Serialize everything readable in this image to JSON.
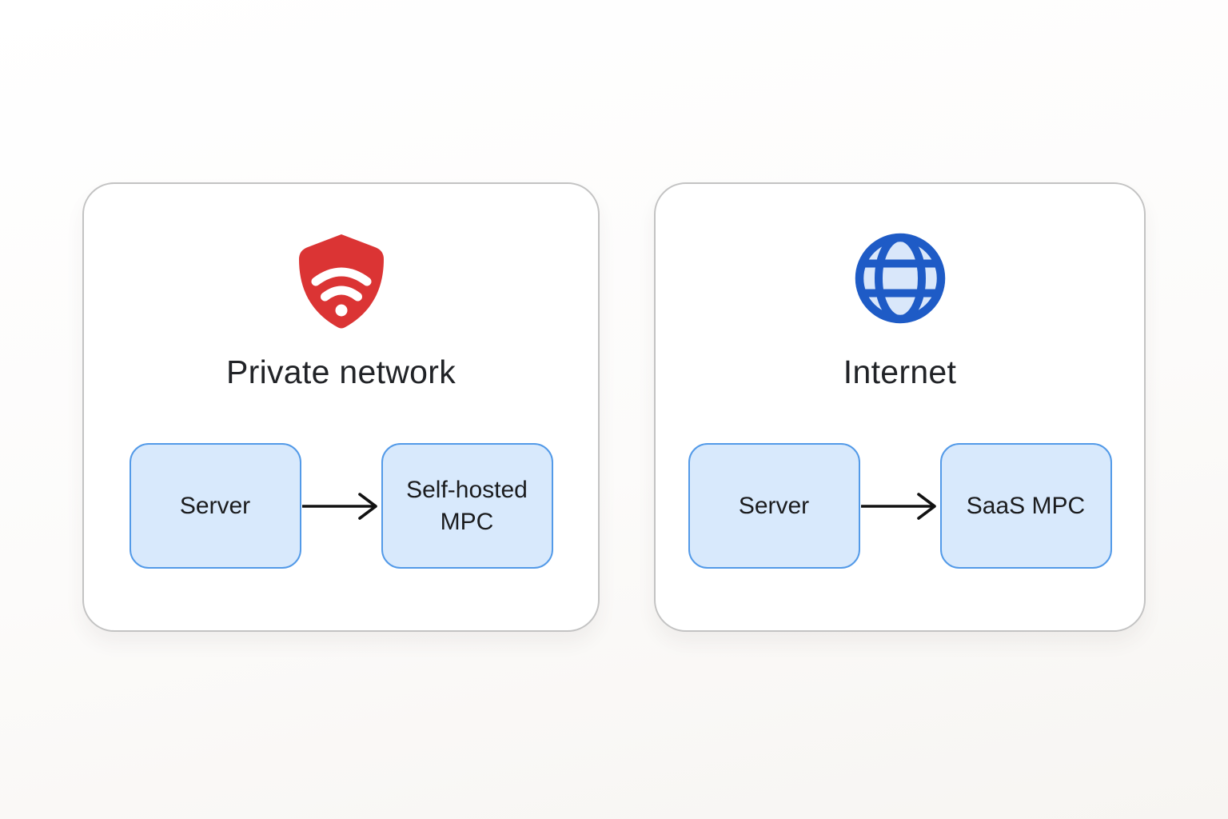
{
  "cards": [
    {
      "title": "Private network",
      "icon": "shield-wifi-icon",
      "icon_color": "#DB3434",
      "nodes": [
        {
          "label": "Server"
        },
        {
          "label": "Self-hosted MPC"
        }
      ],
      "connection": "arrow-right"
    },
    {
      "title": "Internet",
      "icon": "globe-icon",
      "icon_color": "#1E5BC6",
      "nodes": [
        {
          "label": "Server"
        },
        {
          "label": "SaaS MPC"
        }
      ],
      "connection": "arrow-right"
    }
  ],
  "colors": {
    "page_background": "#FBFAF8",
    "card_background": "#FFFFFF",
    "card_border": "#C3C3C3",
    "node_fill": "#D8E9FC",
    "node_border": "#539AE8",
    "shield_red": "#DB3434",
    "globe_blue": "#1E5BC6",
    "globe_fill": "#D9E7FA",
    "text": "#212327",
    "arrow": "#121212"
  }
}
